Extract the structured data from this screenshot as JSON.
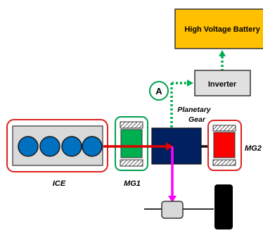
{
  "diagram": {
    "battery_label": "High Voltage Battery",
    "inverter_label": "Inverter",
    "path_marker_label": "A",
    "planetary_gear_label_line1": "Planetary",
    "planetary_gear_label_line2": "Gear",
    "engine_label": "ICE",
    "mg1_label": "MG1",
    "mg2_label": "MG2"
  },
  "colors": {
    "battery_fill": "#FFC000",
    "inverter_fill": "#E0E0E0",
    "engine_box_border": "#E02020",
    "engine_block_fill": "#D9D9D9",
    "cylinder_fill": "#0070C0",
    "mg1_border": "#00A050",
    "mg1_fill": "#00B050",
    "mg2_border": "#E02020",
    "mg2_fill": "#FF0000",
    "gear_fill": "#002060",
    "power_flow_electric": "#00B050",
    "power_flow_engine": "#E00000",
    "power_flow_drive": "#FF00FF"
  }
}
